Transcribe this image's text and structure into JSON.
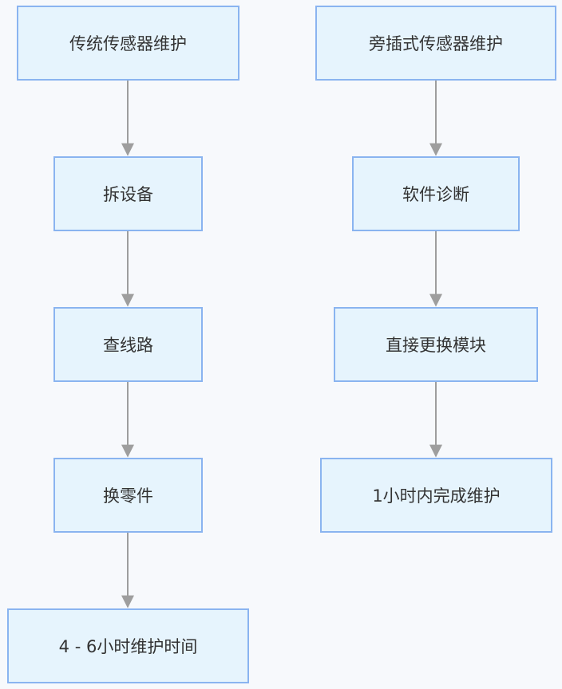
{
  "flow_left": {
    "steps": [
      "传统传感器维护",
      "拆设备",
      "查线路",
      "换零件",
      "4 - 6小时维护时间"
    ]
  },
  "flow_right": {
    "steps": [
      "旁插式传感器维护",
      "软件诊断",
      "直接更换模块",
      "1小时内完成维护"
    ]
  },
  "colors": {
    "node_fill": "#e6f4fd",
    "node_border": "#8ab4f0",
    "connector": "#9e9e9e",
    "background": "#f7f9fc"
  }
}
